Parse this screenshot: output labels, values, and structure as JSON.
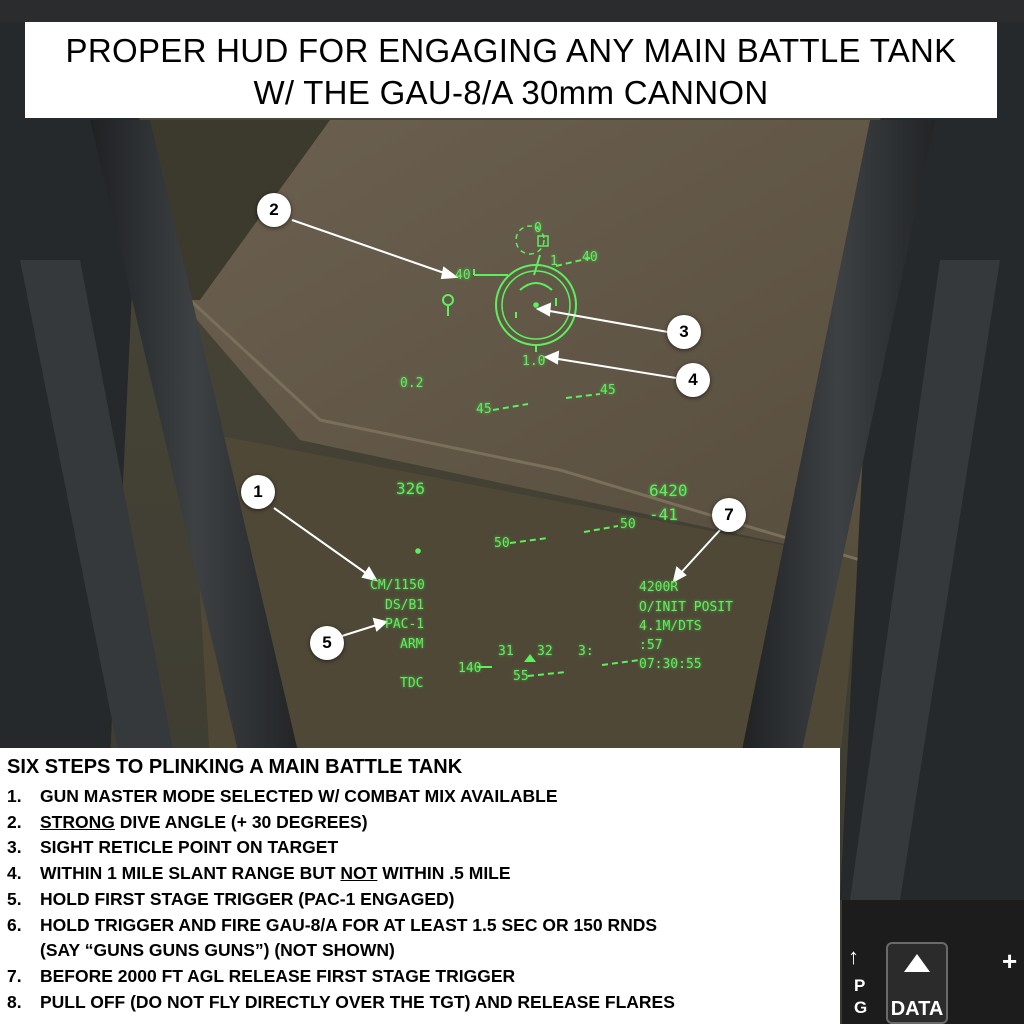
{
  "title": {
    "line1": "PROPER HUD FOR ENGAGING ANY MAIN BATTLE TANK",
    "line2": "W/ THE GAU-8/A  30mm CANNON"
  },
  "hud": {
    "pitch_40_left": "40",
    "pitch_40_right": "40",
    "pitch_45_left": "45",
    "pitch_45_right": "45",
    "pitch_50_left": "50",
    "pitch_50_right": "50",
    "pitch_55_left": "55",
    "reticle_top": "0",
    "reticle_small": "1",
    "slant_range": "1.0",
    "g_value": "0.2",
    "airspeed": "326",
    "altitude": "6420",
    "vvi": "-41",
    "cm_count": "CM/1150",
    "ds_b1": "DS/B1",
    "pac": "PAC-1",
    "arm": "ARM",
    "tdc": "TDC",
    "steerpoint": "4200R",
    "init_posit": "O/INIT POSIT",
    "dist": "4.1M/DTS",
    "tti": ":57",
    "clock": "07:30:55",
    "hdg_31": "31",
    "hdg_32": "32",
    "hdg_33": "3:",
    "hdg_140": "140"
  },
  "callouts": [
    "1",
    "2",
    "3",
    "4",
    "5",
    "7"
  ],
  "steps": {
    "title": "SIX STEPS TO PLINKING A MAIN BATTLE TANK",
    "s1_num": "1.",
    "s1": "GUN MASTER MODE SELECTED W/ COMBAT MIX AVAILABLE",
    "s2_num": "2.",
    "s2_u": "STRONG",
    "s2_rest": " DIVE ANGLE (+ 30 DEGREES)",
    "s3_num": "3.",
    "s3": "SIGHT RETICLE POINT ON TARGET",
    "s4_num": "4.",
    "s4_a": "WITHIN 1 MILE SLANT RANGE BUT ",
    "s4_u": "NOT",
    "s4_b": " WITHIN .5 MILE",
    "s5_num": "5.",
    "s5": "HOLD FIRST STAGE TRIGGER (PAC-1 ENGAGED)",
    "s6_num": "6.",
    "s6": "HOLD TRIGGER AND FIRE GAU-8/A FOR AT LEAST 1.5 SEC OR 150 RNDS",
    "s6_cont": "(SAY “GUNS GUNS GUNS”) (NOT SHOWN)",
    "s7_num": "7.",
    "s7": "BEFORE 2000 FT AGL RELEASE FIRST STAGE TRIGGER",
    "s8_num": "8.",
    "s8": "PULL OFF (DO NOT FLY DIRECTLY OVER THE TGT) AND RELEASE FLARES"
  },
  "panel": {
    "data_label": "DATA",
    "side_p": "P",
    "side_g": "G",
    "side_arrow": "↑",
    "plus": "+"
  },
  "colors": {
    "hud_green": "#5cf05c",
    "terrain": "#5e5442",
    "canopy_frame": "#2e3134"
  }
}
